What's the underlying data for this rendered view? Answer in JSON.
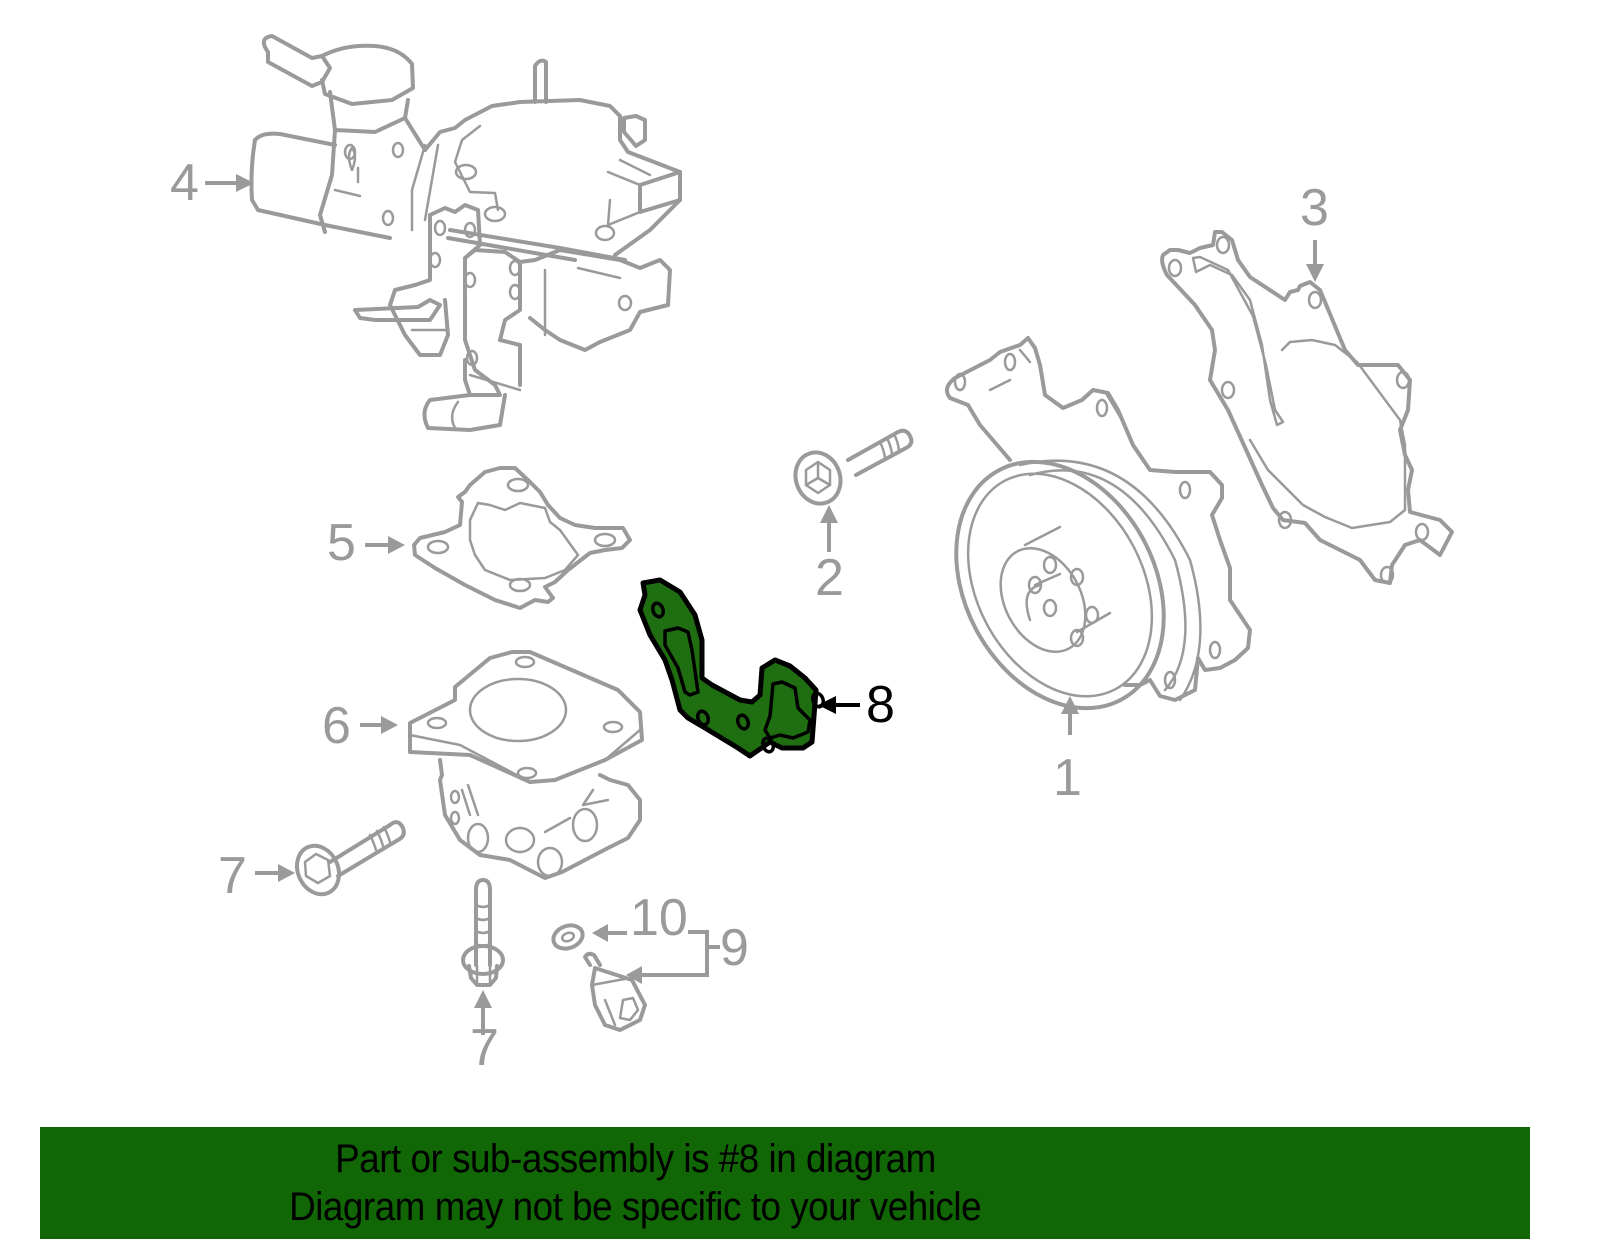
{
  "diagram": {
    "highlighted_part": "8",
    "highlight_color": "#1f6e12",
    "line_color": "#9a9a9a",
    "callouts": [
      {
        "id": "callout-1",
        "label": "1",
        "part": "water-pump"
      },
      {
        "id": "callout-2",
        "label": "2",
        "part": "bolt"
      },
      {
        "id": "callout-3",
        "label": "3",
        "part": "water-pump-gasket"
      },
      {
        "id": "callout-4",
        "label": "4",
        "part": "thermostat-housing-assembly"
      },
      {
        "id": "callout-5",
        "label": "5",
        "part": "gasket"
      },
      {
        "id": "callout-6",
        "label": "6",
        "part": "housing"
      },
      {
        "id": "callout-7a",
        "label": "7",
        "part": "bolt"
      },
      {
        "id": "callout-7b",
        "label": "7",
        "part": "bolt"
      },
      {
        "id": "callout-8",
        "label": "8",
        "part": "bracket-gasket"
      },
      {
        "id": "callout-9",
        "label": "9",
        "part": "sensor-assembly"
      },
      {
        "id": "callout-10",
        "label": "10",
        "part": "washer"
      }
    ]
  },
  "banner": {
    "background": "#116605",
    "line1": "Part or sub-assembly is #8 in diagram",
    "line2": "Diagram may not be specific to your vehicle"
  }
}
